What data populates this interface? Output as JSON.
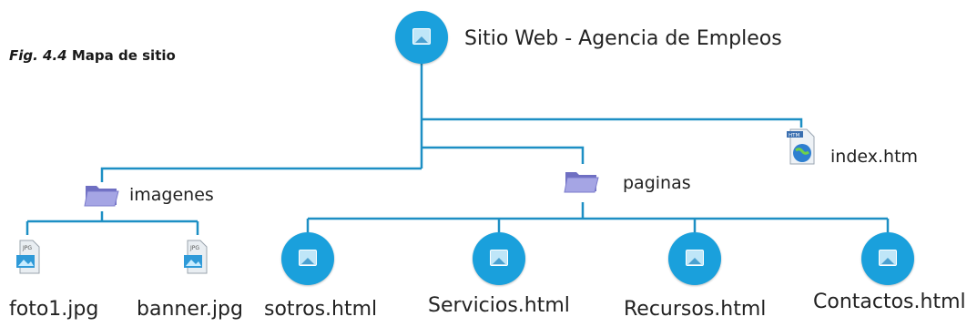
{
  "caption": {
    "fig": "Fig. 4.4",
    "title": "Mapa de sitio"
  },
  "root": {
    "label": "Sitio Web - Agencia de Empleos",
    "icon": "image-icon"
  },
  "folders": [
    {
      "label": "imagenes",
      "icon": "folder-icon"
    },
    {
      "label": "paginas",
      "icon": "folder-icon"
    }
  ],
  "index": {
    "label": "index.htm",
    "icon": "htm-file-icon"
  },
  "images": [
    {
      "label": "foto1.jpg",
      "icon": "jpg-file-icon"
    },
    {
      "label": "banner.jpg",
      "icon": "jpg-file-icon"
    }
  ],
  "pages": [
    {
      "label": "sotros.html",
      "icon": "image-icon"
    },
    {
      "label": "Servicios.html",
      "icon": "image-icon"
    },
    {
      "label": "Recursos.html",
      "icon": "image-icon"
    },
    {
      "label": "Contactos.html",
      "icon": "image-icon"
    }
  ],
  "colors": {
    "line": "#1d8fc4",
    "circle": "#1aa0dc",
    "folder": "#8f8fd6"
  }
}
